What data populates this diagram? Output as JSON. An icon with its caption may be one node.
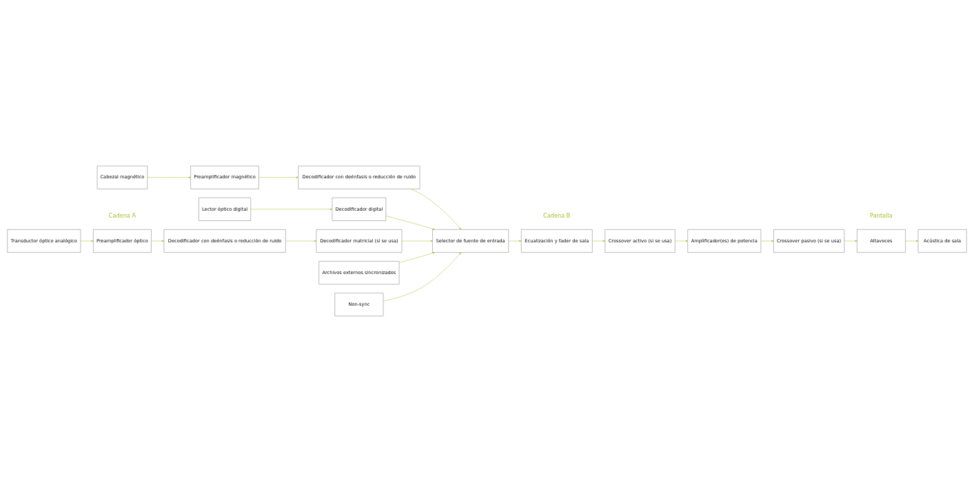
{
  "diagram": {
    "nodes": [
      {
        "text": [
          "Transductor óptico analógico"
        ]
      },
      {
        "text": [
          "Preamplificador óptico"
        ]
      },
      {
        "text": [
          "Decodificador con deénfasis o reducción de ruido"
        ]
      },
      {
        "text": [
          "Decodificador matricial (si se usa)"
        ]
      },
      {
        "text": [
          "Lector óptico digital"
        ]
      },
      {
        "text": [
          "Decodificador digital"
        ]
      },
      {
        "text": [
          "Cabezal magnético"
        ]
      },
      {
        "text": [
          "Preamplificador magnético"
        ]
      },
      {
        "text": [
          "Decodificador con deénfasis o reducción de ruido"
        ]
      },
      {
        "text": [
          "Archivos externos sincronizados"
        ]
      },
      {
        "text": [
          "Non-sync"
        ]
      },
      {
        "text": [
          "Selector de fuente de entrada"
        ]
      },
      {
        "text": [
          "Ecualización y fader de sala"
        ]
      },
      {
        "text": [
          "Crossover activo (si se usa)"
        ]
      },
      {
        "text": [
          "Amplificador(es) de potencia"
        ]
      },
      {
        "text": [
          "Crossover pasivo (si se usa)"
        ]
      },
      {
        "text": [
          "Altavoces"
        ]
      },
      {
        "text": [
          "Acústica de sala"
        ]
      }
    ],
    "edges": [
      {
        "from": 0,
        "to": 1,
        "arrow": "to"
      },
      {
        "from": 1,
        "to": 2,
        "arrow": "to"
      },
      {
        "from": 2,
        "to": 3,
        "arrow": "to"
      },
      {
        "from": 3,
        "to": 11,
        "arrow": "to"
      },
      {
        "from": 4,
        "to": 5,
        "arrow": "to"
      },
      {
        "from": 5,
        "to": 11,
        "arrow": "to"
      },
      {
        "from": 6,
        "to": 7,
        "arrow": "to"
      },
      {
        "from": 7,
        "to": 8,
        "arrow": "to"
      },
      {
        "from": 8,
        "to": 11,
        "arrow": "to"
      },
      {
        "from": 9,
        "to": 11,
        "arrow": "to"
      },
      {
        "from": 10,
        "to": 11,
        "arrow": "to"
      },
      {
        "from": 11,
        "to": 12,
        "arrow": "to"
      },
      {
        "from": 12,
        "to": 13,
        "arrow": "to"
      },
      {
        "from": 13,
        "to": 14,
        "arrow": "to"
      },
      {
        "from": 14,
        "to": 15,
        "arrow": "to"
      },
      {
        "from": 15,
        "to": 16,
        "arrow": "to"
      },
      {
        "from": 16,
        "to": 17,
        "arrow": "to"
      }
    ],
    "labels": [
      "Cadena A",
      "Cadena B",
      "Pantalla"
    ]
  }
}
